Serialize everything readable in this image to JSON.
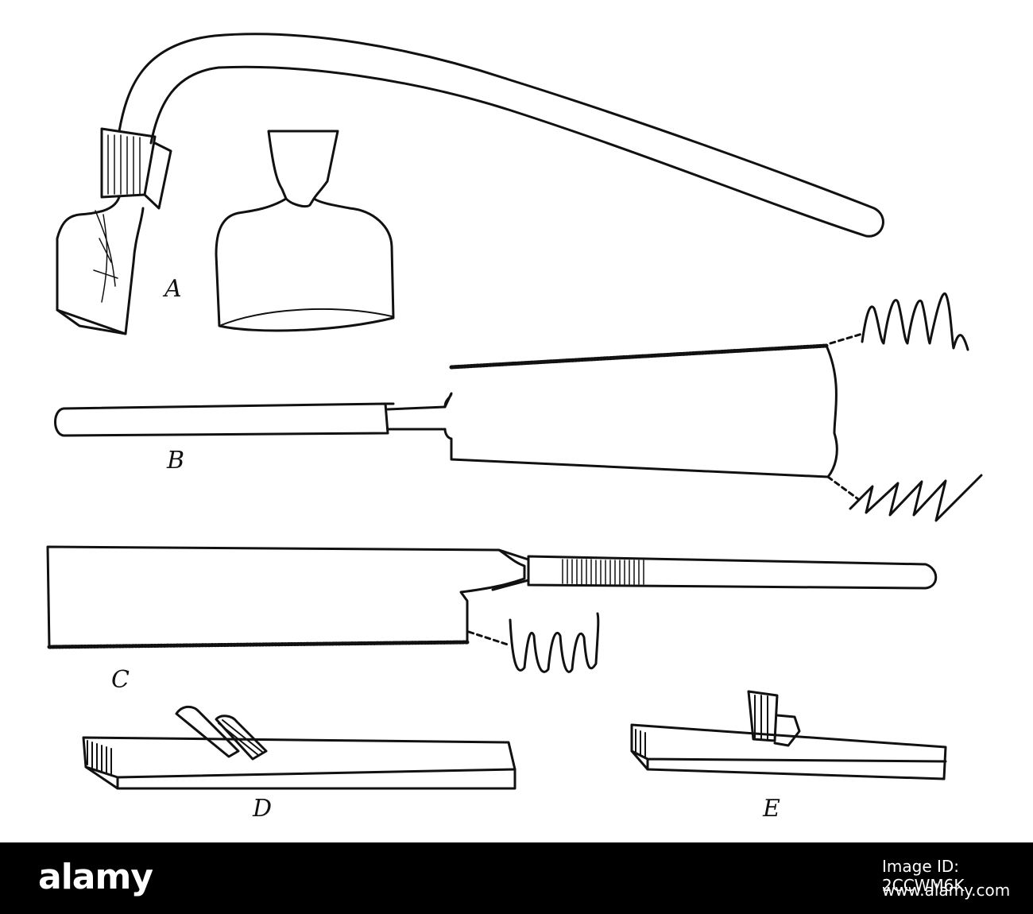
{
  "figures": [
    {
      "label": "A",
      "subject": "adze"
    },
    {
      "label": "B",
      "subject": "pull-saw"
    },
    {
      "label": "C",
      "subject": "back-saw"
    },
    {
      "label": "D",
      "subject": "plane"
    },
    {
      "label": "E",
      "subject": "small-plane"
    }
  ],
  "footer": {
    "brand": "alamy",
    "image_id": "Image ID: 2CCWM6K",
    "site": "www.alamy.com"
  },
  "colors": {
    "ink": "#111111",
    "background": "#ffffff",
    "footer": "#000000",
    "footer_text": "#ffffff"
  }
}
